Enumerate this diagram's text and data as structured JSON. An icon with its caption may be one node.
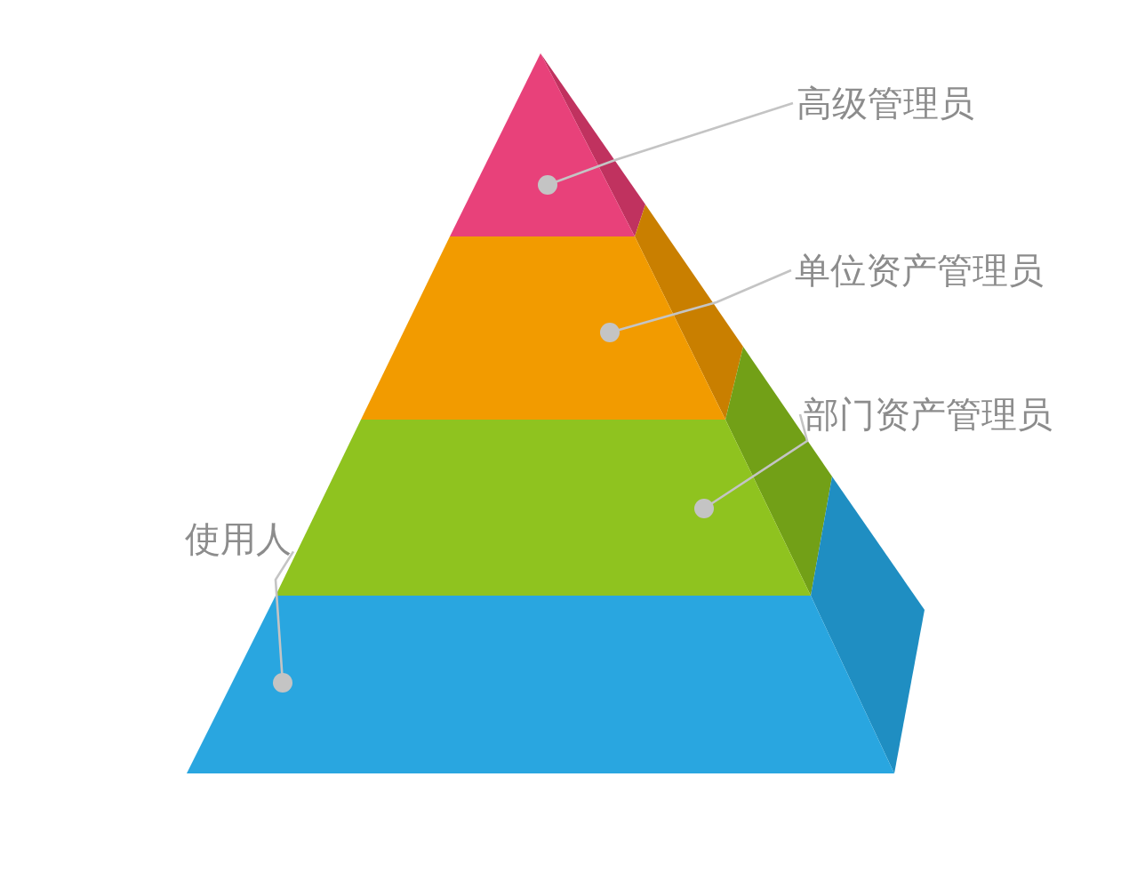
{
  "diagram": {
    "nodes": [
      {
        "text": [],
        "shape": "triangle"
      },
      {
        "text": [],
        "shape": "trapezoid"
      },
      {
        "text": [],
        "shape": "trapezoid"
      },
      {
        "text": [],
        "shape": "trapezoid"
      },
      {
        "text": [
          "高级管理员"
        ]
      },
      {
        "text": [
          "单位资产管理员"
        ]
      },
      {
        "text": [
          "部门资产管理员"
        ]
      },
      {
        "text": [
          "使用人"
        ]
      }
    ],
    "edges": [
      {
        "from": 4,
        "to": 0,
        "arrow": "other"
      },
      {
        "from": 5,
        "to": 1,
        "arrow": "other"
      },
      {
        "from": 6,
        "to": 2,
        "arrow": "other"
      },
      {
        "from": 7,
        "to": 3,
        "arrow": "other"
      }
    ]
  }
}
